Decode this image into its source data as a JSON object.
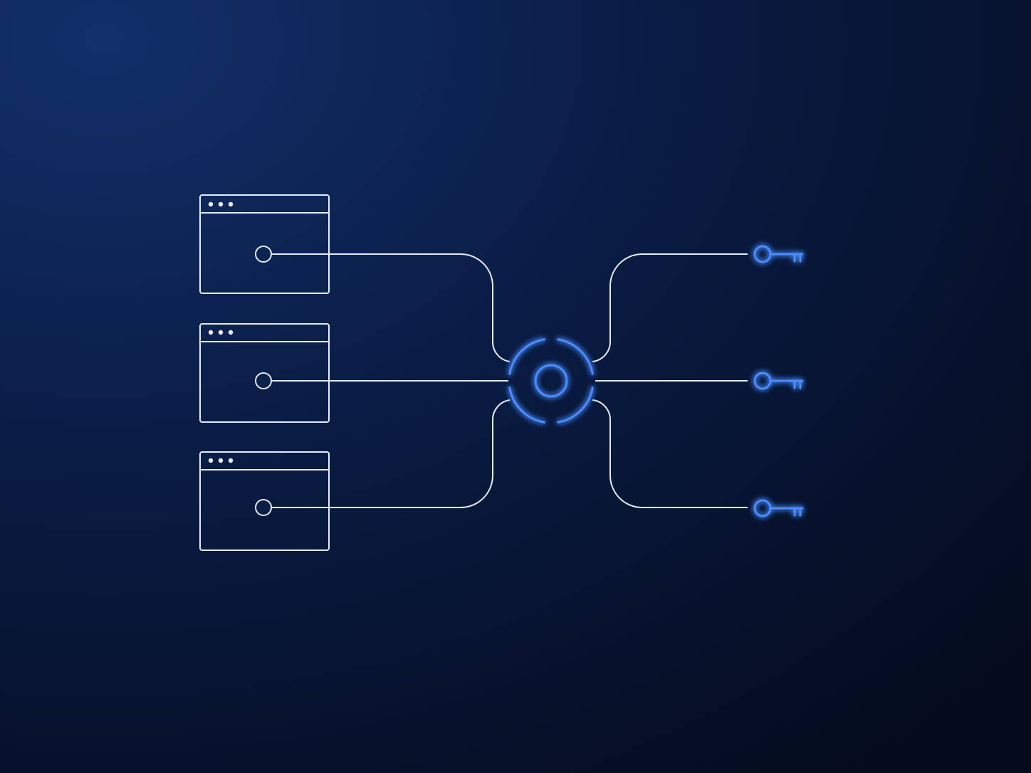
{
  "colors": {
    "background_top_left": "#0f2a5c",
    "background_bottom_right": "#050e22",
    "line": "#e6ecf5",
    "accent": "#4a8cff",
    "accent_glow": "#2f6fff"
  },
  "diagram": {
    "windows": [
      {
        "name": "app-window-1",
        "dots": 3
      },
      {
        "name": "app-window-2",
        "dots": 3
      },
      {
        "name": "app-window-3",
        "dots": 3
      }
    ],
    "hub": {
      "name": "central-hub",
      "icon": "target-ring-icon"
    },
    "keys": [
      {
        "name": "key-1",
        "icon": "key-icon"
      },
      {
        "name": "key-2",
        "icon": "key-icon"
      },
      {
        "name": "key-3",
        "icon": "key-icon"
      }
    ]
  }
}
